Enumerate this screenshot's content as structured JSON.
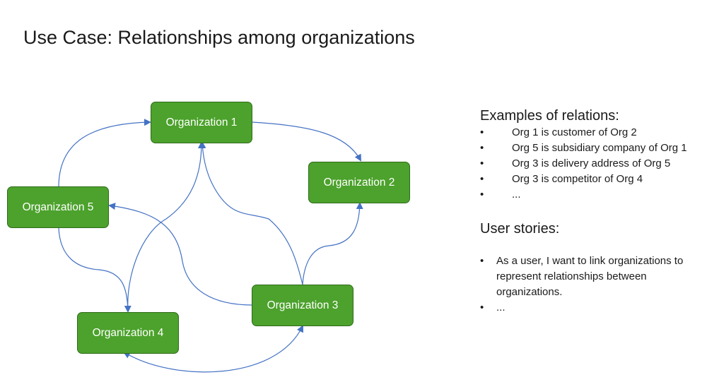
{
  "title": "Use Case: Relationships among organizations",
  "diagram": {
    "nodes": {
      "org1": "Organization 1",
      "org2": "Organization 2",
      "org3": "Organization 3",
      "org4": "Organization 4",
      "org5": "Organization 5"
    },
    "node_fill": "#4ca22c",
    "node_border": "#2f6b1a",
    "arrow_color": "#4472c4"
  },
  "examples": {
    "heading": "Examples of relations:",
    "bullet": "•",
    "items": [
      "Org 1 is customer of Org 2",
      "Org 5 is subsidiary company of Org 1",
      "Org 3 is delivery address of Org 5",
      "Org 3 is competitor of Org 4",
      "..."
    ]
  },
  "user_stories": {
    "heading": "User stories:",
    "bullet": "•",
    "items": [
      "As a user, I want to link organizations to represent relationships between organizations.",
      "..."
    ]
  }
}
